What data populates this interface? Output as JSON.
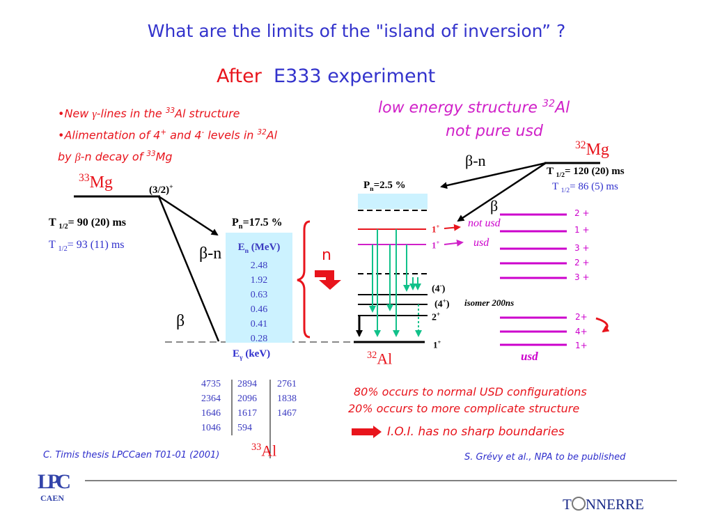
{
  "title_line1": "What are the limits of the \"island of inversion” ?",
  "title_after": "After",
  "title_experiment": "E333 experiment",
  "bullets": {
    "b1_pre": "•New ",
    "b1_gamma": "γ",
    "b1_post": "-lines in the ",
    "b1_mass": "33",
    "b1_tail": "Al  structure",
    "b2_pre": "•Alimentation of 4",
    "b2_sup1": "+",
    "b2_mid": " and 4",
    "b2_sup2": "-",
    "b2_mid2": " levels in  ",
    "b2_mass": "32",
    "b2_tail": "Al",
    "b3_pre": "by ",
    "b3_beta": "β",
    "b3_mid": "-n decay of ",
    "b3_mass": "33",
    "b3_tail": "Mg"
  },
  "low_energy": {
    "line1_pre": "low energy structure ",
    "line1_mass": "32",
    "line1_el": "Al",
    "line2": "not  pure usd"
  },
  "mg33": {
    "mass": "33",
    "el": "Mg",
    "spin": "(3/2)",
    "spin_sup": "+",
    "t_half_a_pre": "T ",
    "t_half_a_sub": "1/2",
    "t_half_a_val": "= 90 (20) ms",
    "t_half_b_pre": "T ",
    "t_half_b_sub": "1/2",
    "t_half_b_val": "= 93 (11) ms",
    "beta_n": "β-n",
    "beta": "β"
  },
  "pn_left": {
    "pre": "P",
    "sub": "n",
    "val": "=17.5 %"
  },
  "en_box": {
    "head_pre": "E",
    "head_sub": "n",
    "head_unit": " (MeV)",
    "values": [
      "2.48",
      "1.92",
      "0.63",
      "0.46",
      "0.41",
      "0.28"
    ]
  },
  "n_label": "n",
  "eg_label": {
    "pre": "E",
    "sub": "γ",
    "unit": " (keV)"
  },
  "eg_table": {
    "col1": [
      "4735",
      "2364",
      "1646",
      "1046"
    ],
    "col2": [
      "2894",
      "2096",
      "1617",
      "594"
    ],
    "col3": [
      "2761",
      "1838",
      "1467",
      ""
    ]
  },
  "al33": {
    "mass": "33",
    "el": "Al"
  },
  "al32": {
    "mass": "32",
    "el": "Al"
  },
  "mg32": {
    "mass": "32",
    "el": "Mg",
    "t_half_a_pre": "T ",
    "t_half_a_sub": "1/2",
    "t_half_a_val": "= 120 (20) ms",
    "t_half_b_pre": "T ",
    "t_half_b_sub": "1/2",
    "t_half_b_val": "= 86 (5) ms",
    "beta_n": "β-n",
    "beta": "β"
  },
  "pn_right": {
    "pre": "P",
    "sub": "n",
    "val": "=2.5 %"
  },
  "al32_levels": {
    "l1a": "1",
    "l1a_sup": "+",
    "l1b": "1",
    "l1b_sup": "+",
    "l4m": "(4",
    "l4m_sup": "-",
    "l4m_close": ")",
    "l4p": "(4",
    "l4p_sup": "+",
    "l4p_close": ")",
    "l2p": "2",
    "l2p_sup": "+",
    "l1g": "1",
    "l1g_sup": "+",
    "isomer": "isomer 200ns"
  },
  "usd_labels": {
    "not_usd": "not usd",
    "usd": "usd",
    "usd_bottom": "usd"
  },
  "usd_levels_top": [
    "2 +",
    "1 +",
    "3 +",
    "2 +",
    "3 +"
  ],
  "usd_levels_bottom": [
    "2+",
    "4+",
    "1+"
  ],
  "conclusions": {
    "c1": "80%  occurs  to normal USD configurations",
    "c2": "20%  occurs  to more complicate  structure",
    "c3": "I.O.I. has no sharp boundaries"
  },
  "refs": {
    "left": "C. Timis thesis LPCCaen T01-01 (2001)",
    "right": "S. Grévy et al., NPA to be published"
  },
  "logo_left": {
    "letters": "LPC",
    "sub": "CAEN"
  },
  "logo_right": {
    "t": "T",
    "rest": "NNERRE"
  },
  "colors": {
    "title": "#3333cc",
    "red": "#e8141c",
    "blue": "#2e2ecc",
    "magenta": "#d020c8",
    "cyan_box": "#ccf2ff",
    "green_arrow": "#11c18a"
  }
}
